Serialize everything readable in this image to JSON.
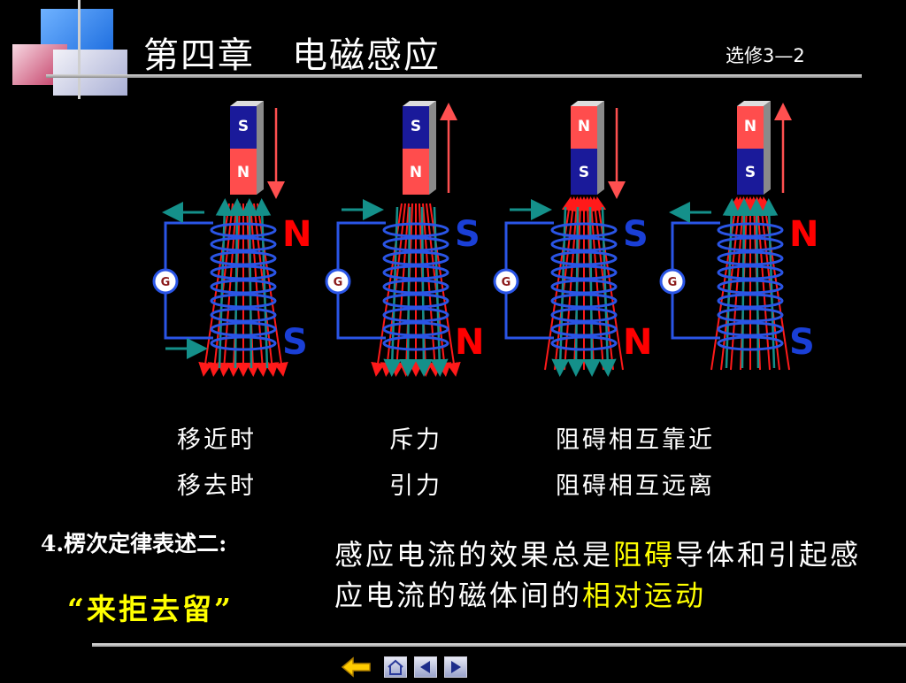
{
  "header": {
    "title": "第四章　电磁感应",
    "subtitle": "选修3—2"
  },
  "figures": [
    {
      "magnet_top": "S",
      "magnet_bottom": "N",
      "magnet_motion": "down",
      "coil_top_pole": "N",
      "coil_bottom_pole": "S",
      "meter_label": "G"
    },
    {
      "magnet_top": "S",
      "magnet_bottom": "N",
      "magnet_motion": "up",
      "coil_top_pole": "S",
      "coil_bottom_pole": "N",
      "meter_label": "G"
    },
    {
      "magnet_top": "N",
      "magnet_bottom": "S",
      "magnet_motion": "down",
      "coil_top_pole": "S",
      "coil_bottom_pole": "N",
      "meter_label": "G"
    },
    {
      "magnet_top": "N",
      "magnet_bottom": "S",
      "magnet_motion": "up",
      "coil_top_pole": "N",
      "coil_bottom_pole": "S",
      "meter_label": "G"
    }
  ],
  "table": {
    "rows": [
      [
        "移近时",
        "斥力",
        "阻碍相互靠近"
      ],
      [
        "移去时",
        "引力",
        "阻碍相互远离"
      ]
    ]
  },
  "law": {
    "label": "4.楞次定律表述二:",
    "slogan": "“来拒去留”",
    "statement_part1": "感应电流的效果总是",
    "statement_hl1": "阻碍",
    "statement_part2": "导体和引起感应电流的磁体间的",
    "statement_hl2": "相对运动"
  },
  "colors": {
    "background": "#000000",
    "coil": "#2a55e6",
    "field_red": "#ff1a1a",
    "field_teal": "#14908a",
    "pole_label": "#ff0000",
    "pole_label_s": "#1a3fd6",
    "magnet_red": "#ff4d4d",
    "magnet_blue": "#1a1a9a",
    "highlight": "#ffff00"
  },
  "nav": {
    "icons": [
      "return-icon",
      "home-icon",
      "previous-icon",
      "next-icon"
    ]
  }
}
